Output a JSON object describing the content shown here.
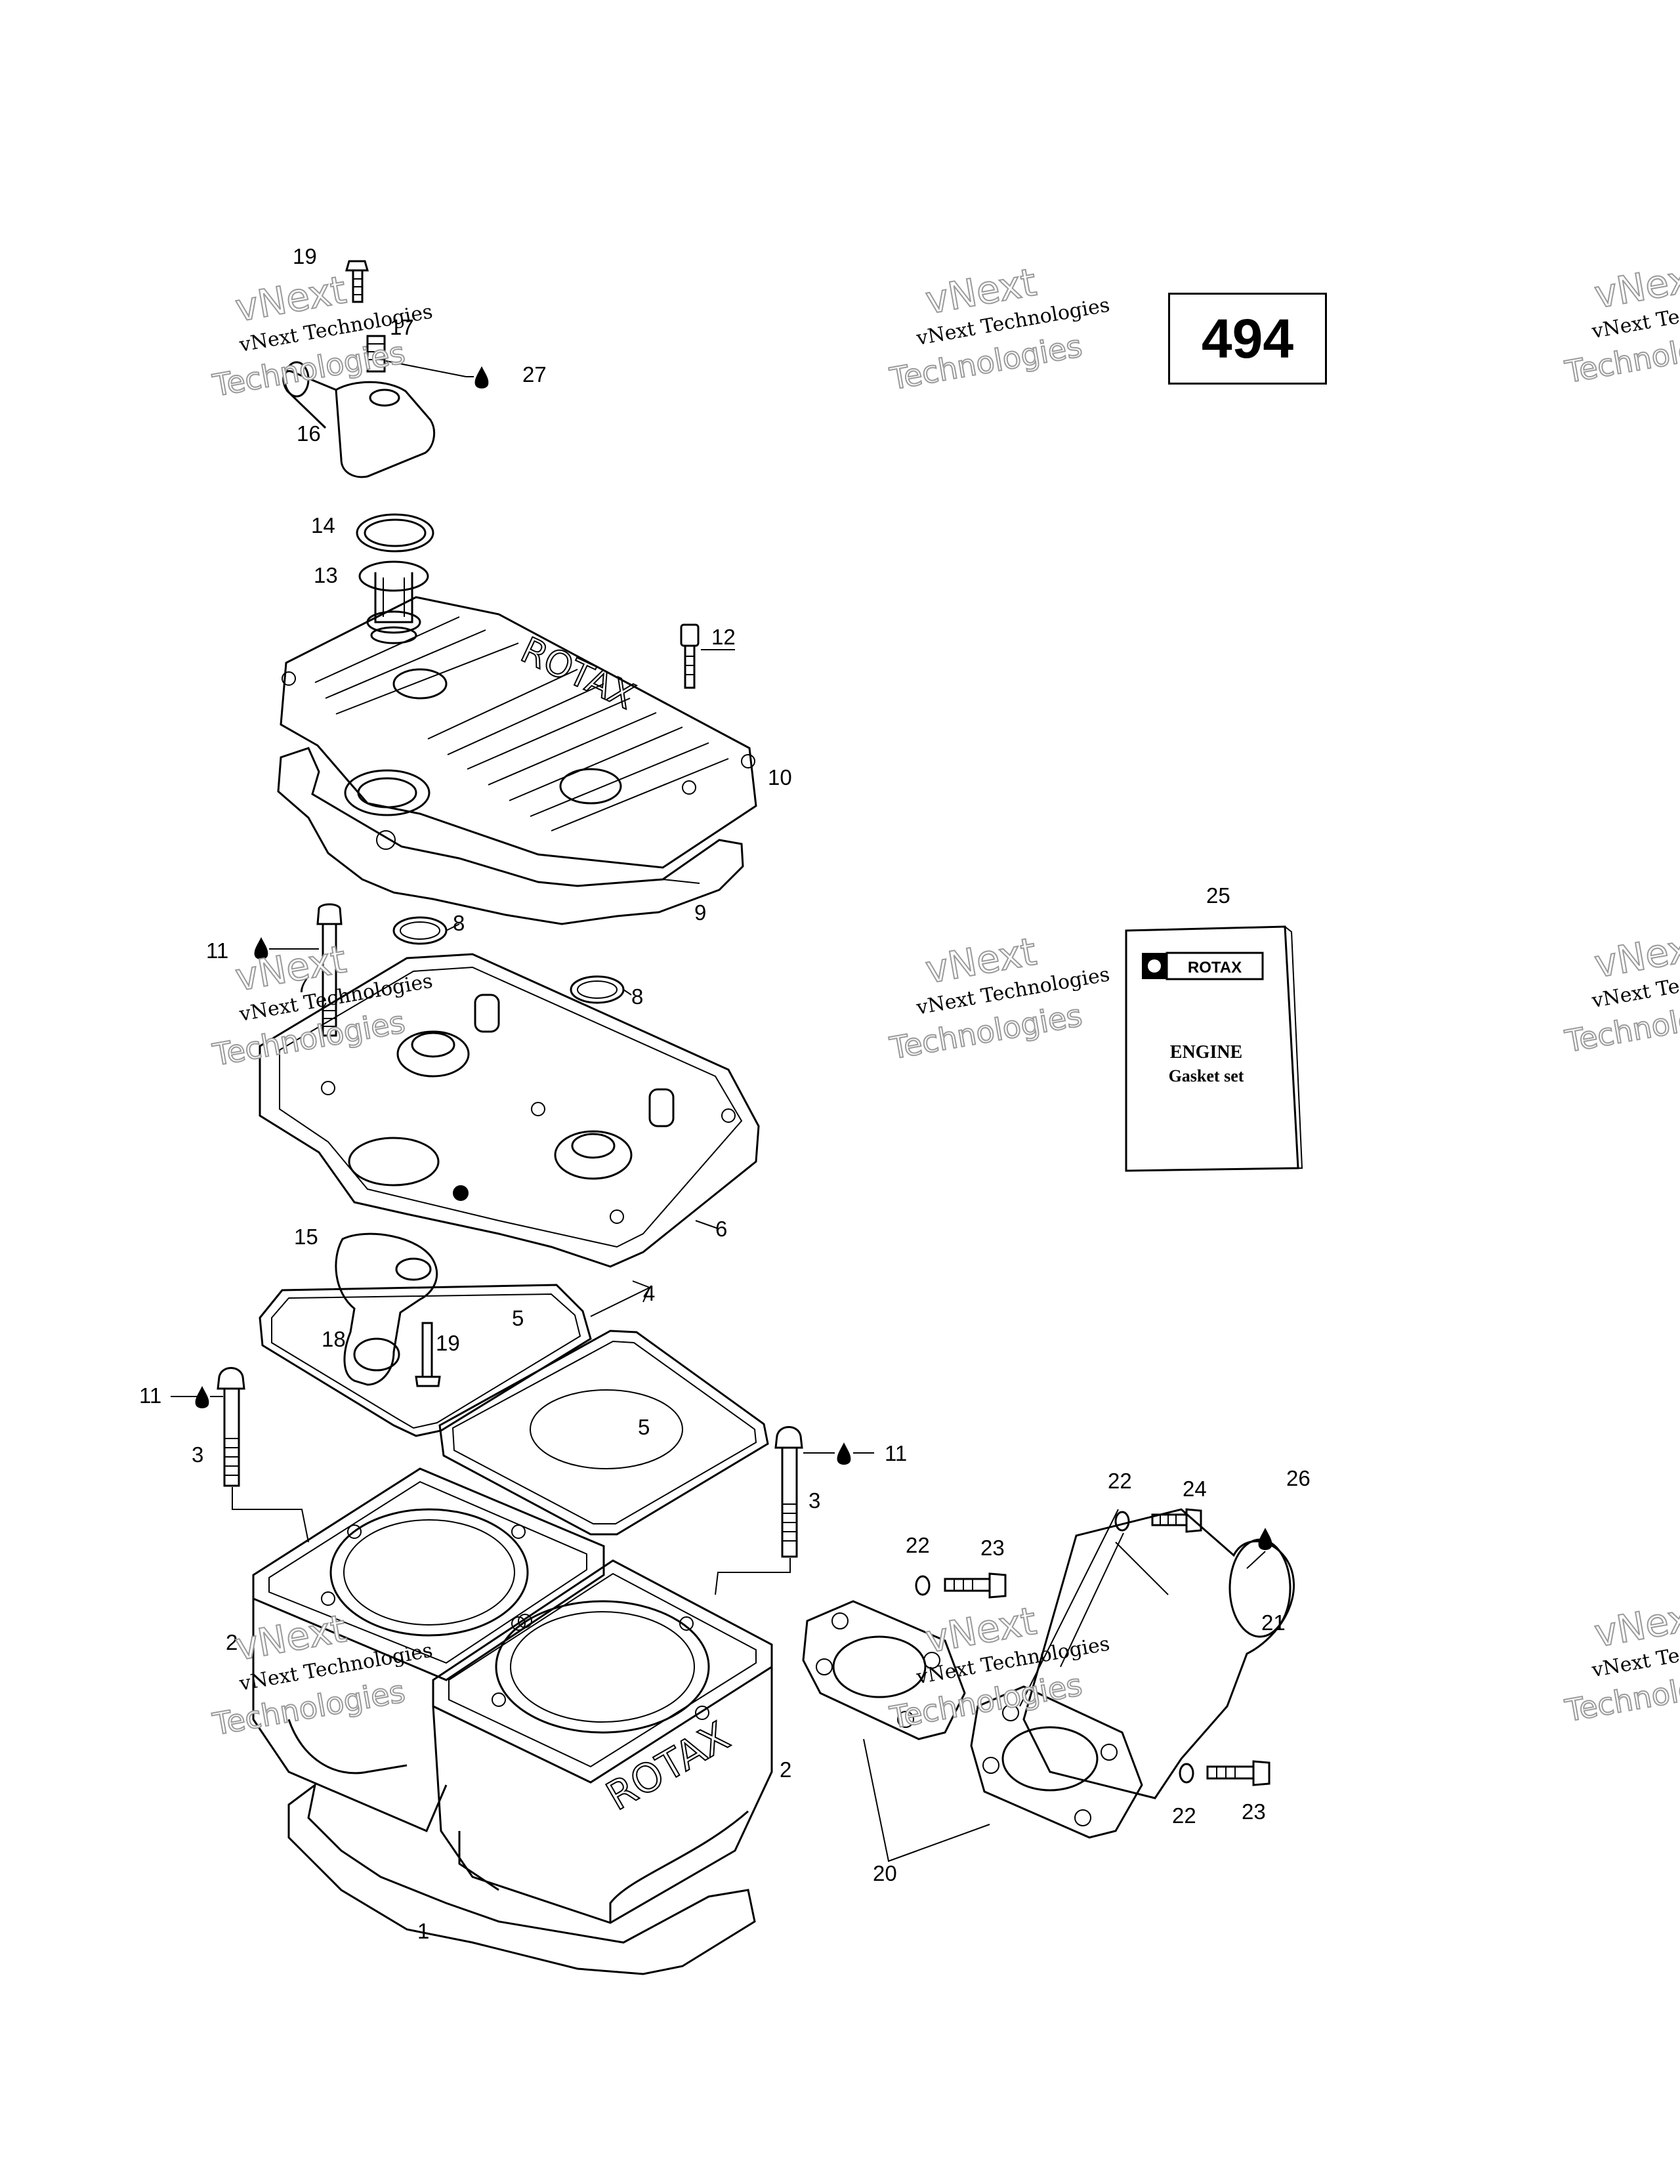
{
  "page_number": "494",
  "callouts": {
    "c1": "1",
    "c2a": "2",
    "c2b": "2",
    "c3a": "3",
    "c3b": "3",
    "c4": "4",
    "c5a": "5",
    "c5b": "5",
    "c6": "6",
    "c7": "7",
    "c8a": "8",
    "c8b": "8",
    "c9": "9",
    "c10": "10",
    "c11a": "11",
    "c11b": "11",
    "c11c": "11",
    "c12": "12",
    "c13": "13",
    "c14": "14",
    "c15": "15",
    "c16": "16",
    "c17": "17",
    "c18": "18",
    "c19a": "19",
    "c19b": "19",
    "c20": "20",
    "c21": "21",
    "c22a": "22",
    "c22b": "22",
    "c22c": "22",
    "c23a": "23",
    "c23b": "23",
    "c24": "24",
    "c25": "25",
    "c26": "26",
    "c27": "27"
  },
  "gasket_kit": {
    "brand": "ROTAX",
    "line1": "ENGINE",
    "line2": "Gasket set"
  },
  "cylinder_brand": "ROTAX",
  "cover_brand": "ROTAX",
  "watermark": {
    "line1": "vNext",
    "line2": "vNext Technologies",
    "line3": "Technologies"
  }
}
